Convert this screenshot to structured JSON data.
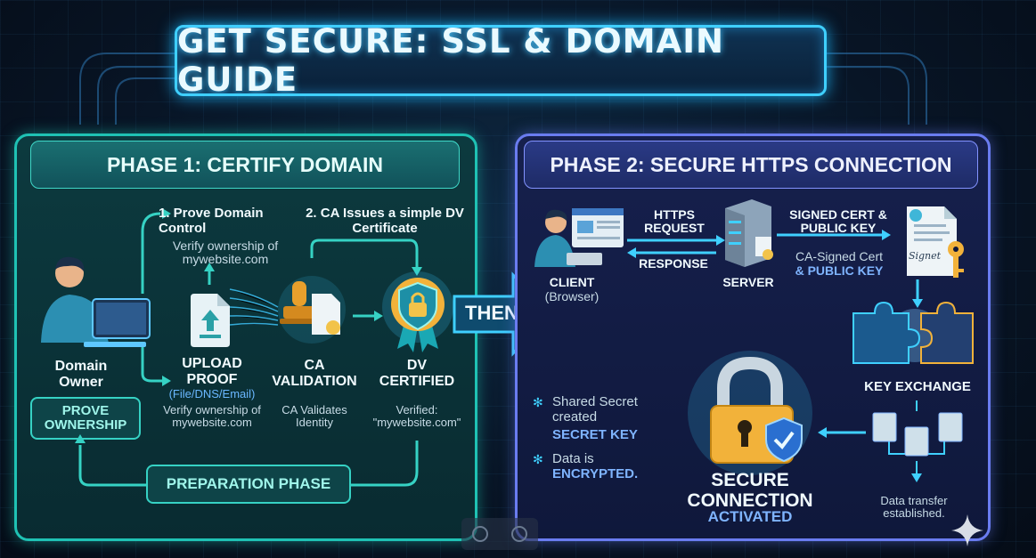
{
  "title": "GET SECURE: SSL & DOMAIN GUIDE",
  "phase1": {
    "header": "PHASE 1: CERTIFY DOMAIN",
    "domain_owner": "Domain Owner",
    "prove_ownership_button": "PROVE OWNERSHIP",
    "step1_title": "1. Prove Domain Control",
    "step1_desc": "Verify ownership of mywebsite.com",
    "step2_title": "2. CA Issues a simple DV Certificate",
    "upload_title": "UPLOAD PROOF",
    "upload_sub": "(File/DNS/Email)",
    "upload_desc": "Verify ownership of mywebsite.com",
    "ca_title": "CA VALIDATION",
    "ca_desc": "CA Validates Identity",
    "dv_title": "DV CERTIFIED",
    "dv_desc": "Verified: \"mywebsite.com\"",
    "preparation_button": "PREPARATION PHASE"
  },
  "then_label": "THEN",
  "phase2": {
    "header": "PHASE 2: SECURE HTTPS CONNECTION",
    "client_title": "CLIENT",
    "client_sub": "(Browser)",
    "https_request": "HTTPS REQUEST",
    "response": "RESPONSE",
    "server": "SERVER",
    "signed_cert": "SIGNED CERT & PUBLIC KEY",
    "ca_signed": "CA-Signed Cert",
    "public_key": "& PUBLIC KEY",
    "signature_text": "Signet",
    "key_exchange": "KEY EXCHANGE",
    "shared_secret": "Shared Secret created",
    "secret_key": "SECRET KEY",
    "data_is": "Data is",
    "encrypted": "ENCRYPTED.",
    "secure_connection": "SECURE CONNECTION",
    "activated": "ACTIVATED",
    "data_transfer": "Data transfer established."
  },
  "colors": {
    "accent_cyan": "#3fd0ff",
    "phase1_teal": "#1fc2b4",
    "phase2_indigo": "#6a7cf0",
    "gold": "#f2b23a"
  },
  "icons": [
    "developer-icon",
    "computer-icon",
    "document-upload-icon",
    "stamp-icon",
    "badge-lock-icon",
    "browser-icon",
    "server-icon",
    "certificate-icon",
    "key-icon",
    "puzzle-icon",
    "padlock-icon",
    "shield-check-icon",
    "files-icon",
    "sparkle-icon"
  ]
}
